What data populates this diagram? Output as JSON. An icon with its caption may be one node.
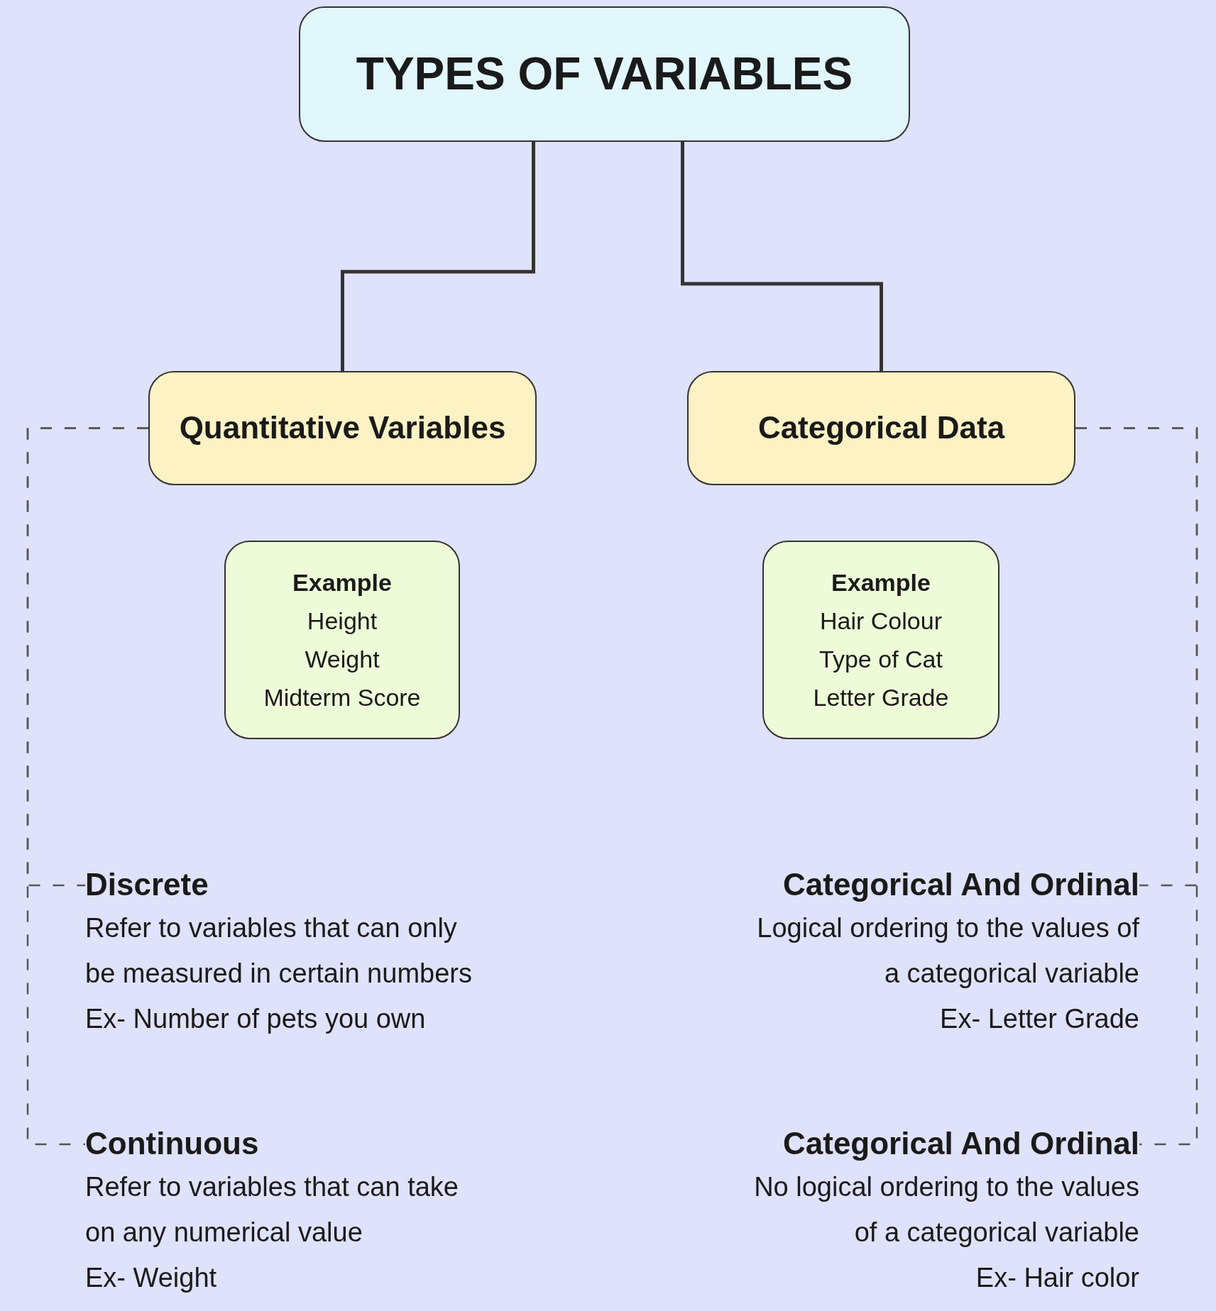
{
  "diagram": {
    "nodes": [
      {
        "text": [
          "TYPES OF VARIABLES"
        ]
      },
      {
        "text": [
          "Quantitative Variables"
        ]
      },
      {
        "text": [
          "Categorical Data"
        ]
      },
      {
        "text": [
          "Example",
          "Height",
          "Weight",
          "Midterm Score"
        ]
      },
      {
        "text": [
          "Example",
          "Hair Colour",
          "Type of Cat",
          "Letter Grade"
        ]
      },
      {
        "text": [
          "Discrete",
          "Refer to variables that can only be measured in certain numbers",
          "Ex- Number of pets you own"
        ]
      },
      {
        "text": [
          "Categorical And Ordinal",
          "Logical ordering to the values of a categorical variable",
          "Ex- Letter Grade"
        ]
      },
      {
        "text": [
          "Continuous",
          "Refer to variables that can take on any numerical value",
          "Ex- Weight"
        ]
      },
      {
        "text": [
          "Categorical And Ordinal",
          "No logical ordering to the values of a categorical variable",
          "Ex- Hair color"
        ]
      }
    ],
    "edges": [
      {
        "from": 0,
        "to": 1,
        "arrow": "none"
      },
      {
        "from": 0,
        "to": 2,
        "arrow": "none"
      },
      {
        "from": 1,
        "to": 5,
        "arrow": "none",
        "style": "dashed"
      },
      {
        "from": 1,
        "to": 7,
        "arrow": "none",
        "style": "dashed"
      },
      {
        "from": 2,
        "to": 6,
        "arrow": "none",
        "style": "dashed"
      },
      {
        "from": 2,
        "to": 8,
        "arrow": "none",
        "style": "dashed"
      }
    ]
  }
}
